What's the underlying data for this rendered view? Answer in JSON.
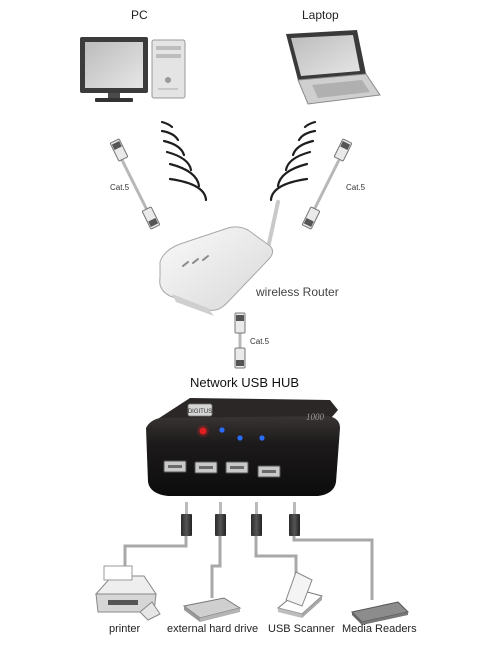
{
  "devices": {
    "pc": "PC",
    "laptop": "Laptop"
  },
  "cables": {
    "left": "Cat.5",
    "right": "Cat.5",
    "router": "Cat.5"
  },
  "router": {
    "label": "wireless Router"
  },
  "hub": {
    "title": "Network USB HUB",
    "model": "1000"
  },
  "peripherals": [
    "printer",
    "external hard drive",
    "USB Scanner",
    "Media Readers"
  ],
  "colors": {
    "hub_body": "#1c1a1a",
    "hub_led_red": "#e02020",
    "hub_led_blue": "#2a6cff",
    "router_body": "#f1f1f1",
    "cable_line": "#9a9a9a"
  }
}
